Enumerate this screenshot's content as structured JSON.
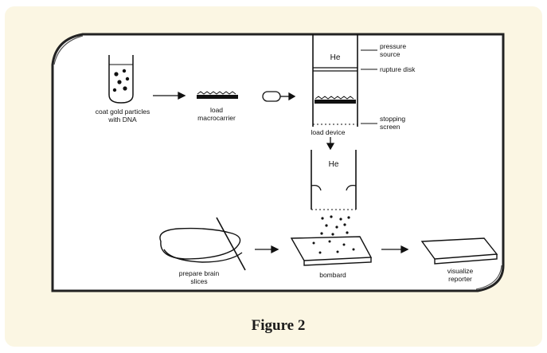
{
  "labels": {
    "coat": [
      "coat gold particles",
      "with DNA"
    ],
    "load_macro": [
      "load",
      "macrocarrier"
    ],
    "he_top": "He",
    "pressure": [
      "pressure",
      "source"
    ],
    "rupture": "rupture disk",
    "stopping": [
      "stopping",
      "screen"
    ],
    "load_device": "load device",
    "he_bottom": "He",
    "prepare": [
      "prepare brain",
      "slices"
    ],
    "bombard": "bombard",
    "visualize": [
      "visualize",
      "reporter"
    ]
  },
  "caption": "Figure 2"
}
